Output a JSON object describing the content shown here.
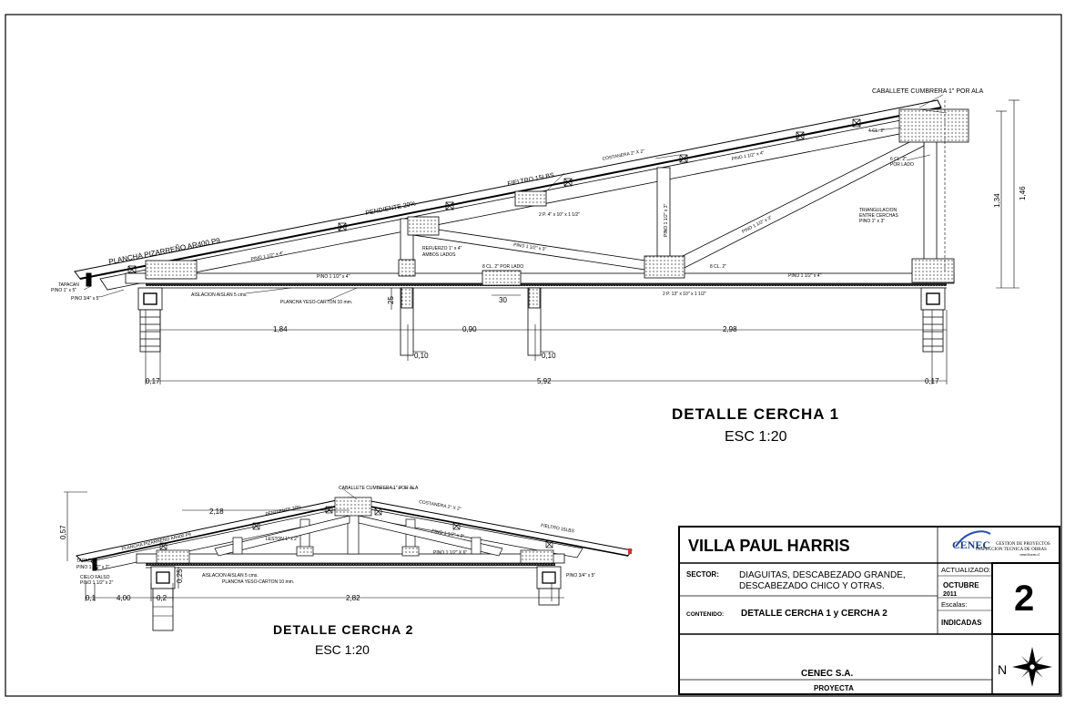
{
  "drawing": {
    "detail1": {
      "title": "DETALLE  CERCHA 1",
      "scale": "ESC 1:20",
      "labels": {
        "cumbrera": "CABALLETE CUMBRERA 1\" POR ALA",
        "costanera": "COSTANERA 2\" X 2\"",
        "fieltro": "FIELTRO 15LBS",
        "pendiente": "PENDIENTE 20%",
        "plancha": "PLANCHA PIZARREÑO AR400 P9",
        "tapacan": "TAPACAN",
        "tapacan_pino": "PINO 1\" x 5\"",
        "pino34": "PINO 3/4\" x 5\"",
        "aislacion": "AISLACION AISLAN 5 cms.",
        "yeso": "PLANCHA YESO-CARTON 10 mm.",
        "pino_top_left": "PINO 1 1/2\" x 4\"",
        "pino_top_right": "PINO 1 1/2\" x 4\"",
        "pino_bottom_left": "PINO 1 1/2\" x 4\"",
        "pino_bottom_right": "PINO 1 1/2\" x 4\"",
        "pino_diag1": "PINO 1 1/2\" x 3\"",
        "pino_diag2": "PINO 1 1/2\" x 3\"",
        "pino_vert": "PINO 1 1/2\" x 3\"",
        "refuerzo": "REFUERZO 1\" x 4\"",
        "ambos_lados": "AMBOS LADOS",
        "ocl_lado": "8 CL. 2\" POR LADO",
        "ocl": "8 CL. 2\"",
        "cl4": "4 CL. 2\"",
        "cl6": "6 CL. 2\"",
        "por_lado": "POR LADO",
        "dos_p1": "2 P. 4\" x 10\" x 1 1/2\"",
        "dos_p2": "2 P. 13\" x 10\" x 1 1/2\"",
        "triangulacion": "TRIANGULACION",
        "entre_cerchas": "ENTRE CERCHAS",
        "pino_1x3": "PINO 1\" x 3\""
      },
      "dims": {
        "d184": "1,84",
        "d090": "0,90",
        "d298": "2,98",
        "d592": "5,92",
        "d017a": "0,17",
        "d017b": "0,17",
        "d010a": "0,10",
        "d010b": "0,10",
        "d30": "30",
        "d25": "25",
        "d134": "1,34",
        "d146": "1,46"
      }
    },
    "detail2": {
      "title": "DETALLE  CERCHA 2",
      "scale": "ESC 1:20",
      "labels": {
        "cumbrera": "CABALLETE CUMBRERA 1\" POR ALA",
        "pendiente": "PENDIENTE 20%",
        "costanera": "COSTANERA 2\" X 2\"",
        "fieltro": "FIELTRO 15LBS",
        "plancha": "PLANCHA PIZARREÑO AR400 P9",
        "tapacan": "TAPACAN",
        "tapacan_pino": "PINO 1 1/2\" x 2\"",
        "cielo_falso": "CIELO FALSO",
        "cielo_pino": "PINO 1 1/2\" x 2\"",
        "leston": "LESTON 1\" x 2\"",
        "pino_bottom": "PINO 1 1/2\" X 6\"",
        "pino_diag": "PINO 1 1/2\" x 3\"",
        "aislacion": "AISLACION AISLAN 5 cms.",
        "yeso": "PLANCHA YESO-CARTON 10 mm.",
        "pino34": "PINO 3/4\" x 5\""
      },
      "dims": {
        "d218": "2,18",
        "d057": "0,57",
        "d025": "0,25",
        "d01": "0,1",
        "d400": "4,00",
        "d02": "0,2",
        "d282": "2,82"
      }
    }
  },
  "title_block": {
    "project": "VILLA PAUL HARRIS",
    "logo_text": "CENEC",
    "company_line1": "GESTION DE PROYECTOS",
    "company_line2": "INSPECCION TECNICA DE OBRAS",
    "company_line3": "cenecltoren.cl",
    "sector_label": "SECTOR:",
    "sector_line1": "DIAGUITAS, DESCABEZADO GRANDE,",
    "sector_line2": "DESCABEZADO CHICO Y OTRAS.",
    "contenido_label": "CONTENIDO:",
    "contenido_value": "DETALLE CERCHA 1 y  CERCHA 2",
    "actualizado_label": "ACTUALIZADO:",
    "actualizado_month": "OCTUBRE",
    "actualizado_year": "2011",
    "escalas_label": "Escalas:",
    "escalas_value": "INDICADAS",
    "sheet_number": "2",
    "firm": "CENEC S.A.",
    "role": "PROYECTA",
    "north": "N"
  }
}
